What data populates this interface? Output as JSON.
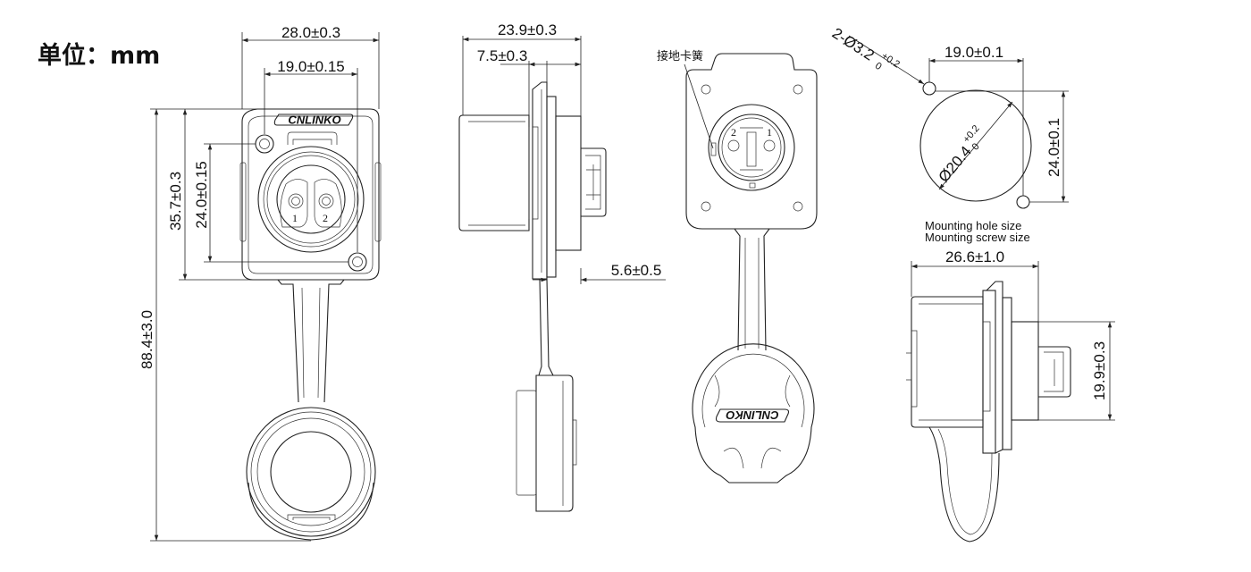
{
  "unit_label": "单位：mm",
  "brand_logo": "CNLINKO",
  "front_view": {
    "width_overall": "28.0±0.3",
    "width_holes": "19.0±0.15",
    "height_flange": "35.7±0.3",
    "height_holes": "24.0±0.15",
    "height_total": "88.4±3.0",
    "pin_labels": [
      "1",
      "2"
    ]
  },
  "side_view": {
    "depth_overall": "23.9±0.3",
    "depth_front": "7.5±0.3",
    "panel_thickness": "5.6±0.5"
  },
  "rear_view": {
    "callout": "接地卡簧",
    "pin_labels": [
      "2",
      "1"
    ]
  },
  "cutout": {
    "hole_spec": "2-Ø3.2",
    "hole_tol": "+0.2",
    "hole_tol_lower": "0",
    "hole_spacing_h": "19.0±0.1",
    "hole_spacing_v": "24.0±0.1",
    "cutout_dia": "Ø20.4",
    "cutout_tol": "+0.2",
    "cutout_tol_lower": "0",
    "note_line1": "Mounting hole size",
    "note_line2": "Mounting screw size"
  },
  "bottom_side_view": {
    "depth": "26.6±1.0",
    "height": "19.9±0.3"
  }
}
